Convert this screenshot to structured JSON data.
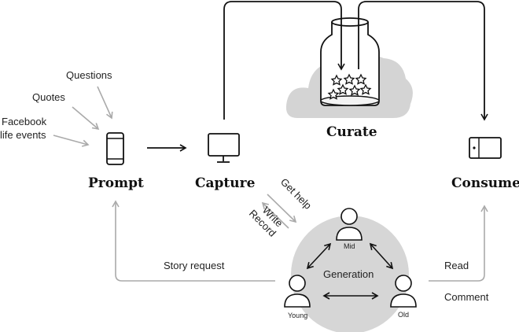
{
  "inputs": {
    "questions": "Questions",
    "quotes": "Quotes",
    "facebook_line1": "Facebook",
    "facebook_line2": "life events"
  },
  "stages": {
    "prompt": "Prompt",
    "capture": "Capture",
    "curate": "Curate",
    "consume": "Consume"
  },
  "flows": {
    "get_help": "Get help",
    "write": "Write",
    "record": "Record",
    "story_request": "Story request",
    "read": "Read",
    "comment": "Comment"
  },
  "generation": {
    "title": "Generation",
    "mid": "Mid",
    "young": "Young",
    "old": "Old"
  },
  "colors": {
    "dark": "#111111",
    "gray_arrow": "#b0b0b0",
    "cloud": "#d4d4d4",
    "circle": "#d6d6d6"
  }
}
